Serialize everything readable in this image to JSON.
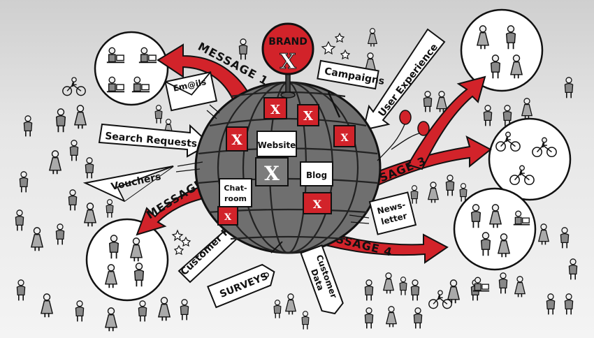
{
  "brand": {
    "line1": "BRAND",
    "line2": "X"
  },
  "labels": {
    "campaigns": "Campaigns",
    "user_experience": "User Experience",
    "emails": "Em@ils",
    "search_requests": "Search Requests",
    "vouchers": "Vouchers",
    "website": "Website",
    "blog": "Blog",
    "chatroom_1": "Chat-",
    "chatroom_2": "room",
    "newsletter_1": "News-",
    "newsletter_2": "letter",
    "customer_requests": "Customer Requests",
    "surveys": "SURVEYS",
    "customer_data_1": "Customer",
    "customer_data_2": "Data"
  },
  "messages": {
    "m1": "MESSAGE 1",
    "m2": "MESSAGE 2",
    "m3": "MESSAGE 3",
    "m4": "MESSAGE 4"
  },
  "tile_mark": "X",
  "colors": {
    "accent": "#d2232a",
    "ink": "#111111",
    "globe": "#6f6f6f",
    "paper": "#ffffff"
  }
}
